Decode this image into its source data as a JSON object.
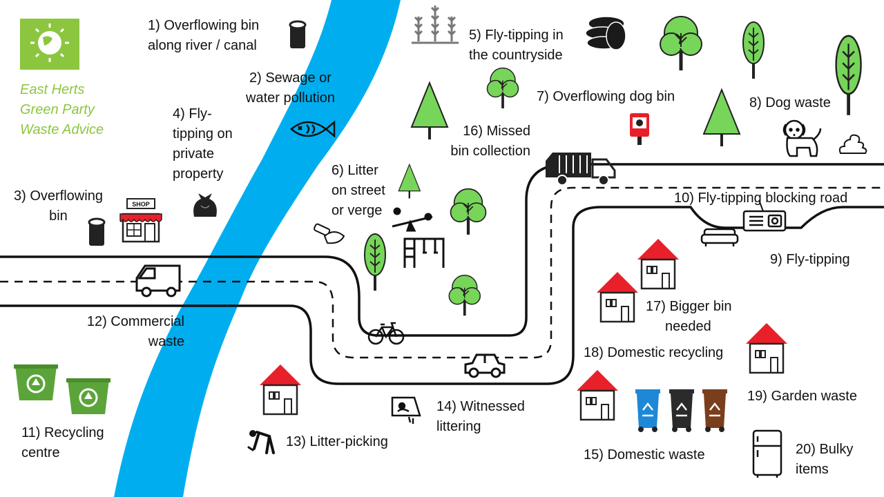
{
  "brand": {
    "name_lines": [
      "East Herts",
      "Green Party",
      "Waste Advice"
    ],
    "green": "#8cc63f",
    "river": "#00aeef"
  },
  "labels": {
    "l1": [
      "1) Overflowing bin",
      "along river / canal"
    ],
    "l2": [
      "2) Sewage or",
      "water pollution"
    ],
    "l3": [
      "3) Overflowing",
      "bin"
    ],
    "l4": [
      "4) Fly-",
      "tipping on",
      "private",
      "property"
    ],
    "l5": [
      "5) Fly-tipping in",
      "the countryside"
    ],
    "l6": [
      "6) Litter",
      "on street",
      "or verge"
    ],
    "l7": [
      "7) Overflowing dog bin"
    ],
    "l8": [
      "8) Dog waste"
    ],
    "l9": [
      "9) Fly-tipping"
    ],
    "l10": [
      "10) Fly-tipping blocking road"
    ],
    "l11": [
      "11) Recycling",
      "centre"
    ],
    "l12": [
      "12) Commercial",
      "waste"
    ],
    "l13": [
      "13) Litter-picking"
    ],
    "l14": [
      "14) Witnessed",
      "littering"
    ],
    "l15": [
      "15) Domestic waste"
    ],
    "l16": [
      "16) Missed",
      "bin collection"
    ],
    "l17": [
      "17) Bigger bin",
      "needed"
    ],
    "l18": [
      "18) Domestic recycling"
    ],
    "l19": [
      "19) Garden waste"
    ],
    "l20": [
      "20) Bulky",
      "items"
    ]
  },
  "icons": {
    "shop_sign": "SHOP",
    "names": [
      "party-logo-icon",
      "bin-icon",
      "fish-icon",
      "bin-bag-icon",
      "shop-icon",
      "wheat-icon",
      "tyres-icon",
      "tree-icon",
      "dog-bin-icon",
      "dog-icon",
      "poo-icon",
      "bin-lorry-icon",
      "sofa-icon",
      "appliance-icon",
      "van-icon",
      "car-icon",
      "bicycle-icon",
      "playground-icon",
      "recycling-skip-icon",
      "house-icon",
      "litter-picker-icon",
      "littering-icon",
      "wheelie-bin-icon",
      "fridge-icon"
    ]
  },
  "colors": {
    "tree": "#77d55a",
    "house_roof": "#e8202a",
    "skip": "#5ba43a",
    "bin_blue": "#1e88d6",
    "bin_black": "#2b2b2b",
    "bin_brown": "#7a3e1d"
  }
}
